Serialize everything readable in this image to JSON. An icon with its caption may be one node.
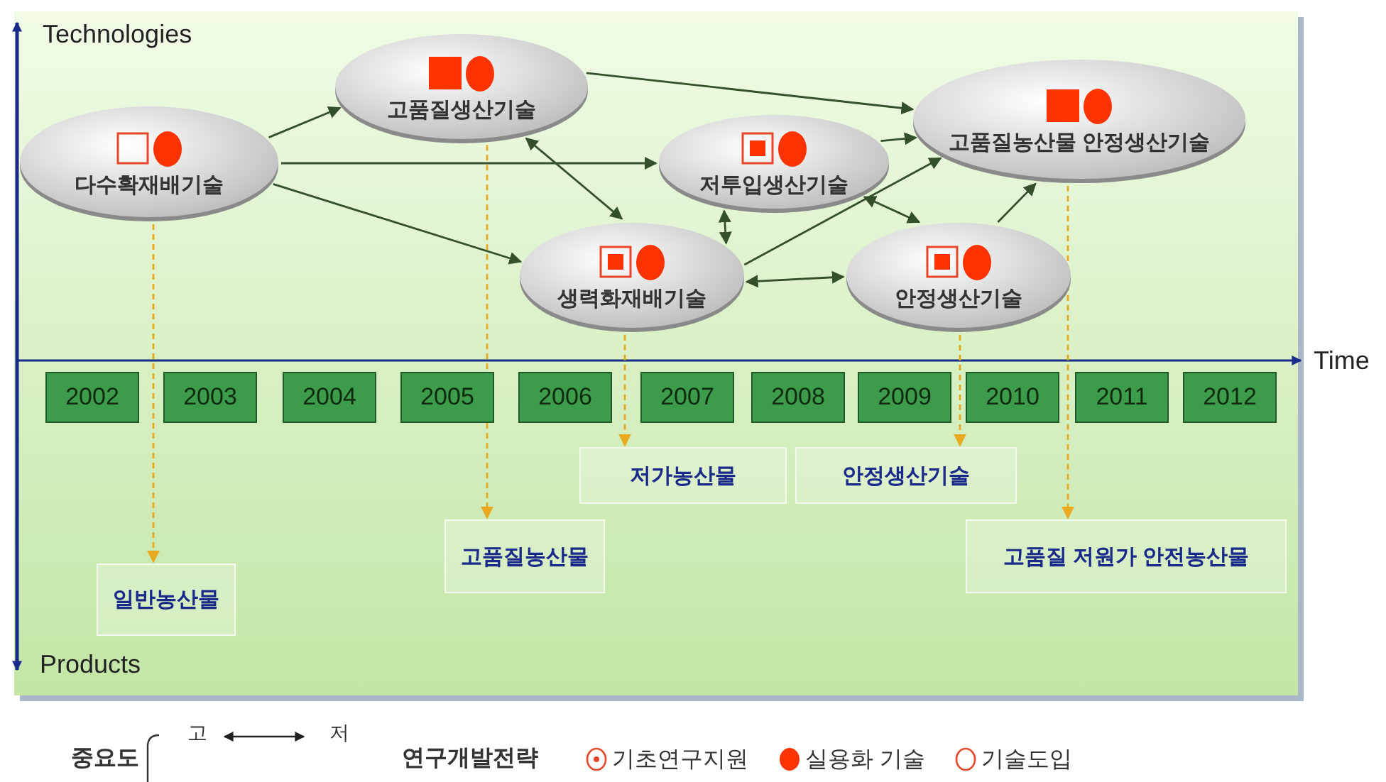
{
  "diagram": {
    "nodes": [
      {
        "text": [
          "다수확재배기술"
        ]
      },
      {
        "text": [
          "고품질생산기술"
        ]
      },
      {
        "text": [
          "저투입생산기술"
        ]
      },
      {
        "text": [
          "고품질농산물 안정생산기술"
        ]
      },
      {
        "text": [
          "생력화재배기술"
        ]
      },
      {
        "text": [
          "안정생산기술"
        ]
      },
      {
        "text": [
          "2002"
        ]
      },
      {
        "text": [
          "2003"
        ]
      },
      {
        "text": [
          "2004"
        ]
      },
      {
        "text": [
          "2005"
        ]
      },
      {
        "text": [
          "2006"
        ]
      },
      {
        "text": [
          "2007"
        ]
      },
      {
        "text": [
          "2008"
        ]
      },
      {
        "text": [
          "2009"
        ]
      },
      {
        "text": [
          "2010"
        ]
      },
      {
        "text": [
          "2011"
        ]
      },
      {
        "text": [
          "2012"
        ]
      },
      {
        "text": [
          "일반농산물"
        ]
      },
      {
        "text": [
          "고품질농산물"
        ]
      },
      {
        "text": [
          "저가농산물"
        ]
      },
      {
        "text": [
          "안정생산기술"
        ]
      },
      {
        "text": [
          "고품질 저원가 안전농산물"
        ]
      }
    ],
    "edges": [
      {
        "from": 0,
        "to": 1,
        "arrow": "to"
      },
      {
        "from": 0,
        "to": 2,
        "arrow": "to"
      },
      {
        "from": 0,
        "to": 4,
        "arrow": "to"
      },
      {
        "from": 1,
        "to": 3,
        "arrow": "to"
      },
      {
        "from": 1,
        "to": 4,
        "arrow": "both"
      },
      {
        "from": 4,
        "to": 2,
        "arrow": "both"
      },
      {
        "from": 4,
        "to": 3,
        "arrow": "to"
      },
      {
        "from": 4,
        "to": 5,
        "arrow": "both"
      },
      {
        "from": 2,
        "to": 5,
        "arrow": "both"
      },
      {
        "from": 2,
        "to": 3,
        "arrow": "to"
      },
      {
        "from": 5,
        "to": 3,
        "arrow": "to"
      },
      {
        "from": 0,
        "to": 17,
        "arrow": "to",
        "style": "dashed",
        "color": "#e8a820"
      },
      {
        "from": 1,
        "to": 18,
        "arrow": "to",
        "style": "dashed",
        "color": "#e8a820"
      },
      {
        "from": 4,
        "to": 19,
        "arrow": "to",
        "style": "dashed",
        "color": "#e8a820"
      },
      {
        "from": 5,
        "to": 20,
        "arrow": "to",
        "style": "dashed",
        "color": "#e8a820"
      },
      {
        "from": 3,
        "to": 21,
        "arrow": "to",
        "style": "dashed",
        "color": "#e8a820"
      }
    ],
    "labels": [
      "Technologies",
      "Time",
      "Products",
      "중요도",
      "고",
      "저",
      "연구개발전략"
    ],
    "legend": [
      {
        "text": "기초연구지원"
      },
      {
        "text": "실용화 기술",
        "color": "#ff3300"
      },
      {
        "text": "기술도입"
      }
    ]
  }
}
